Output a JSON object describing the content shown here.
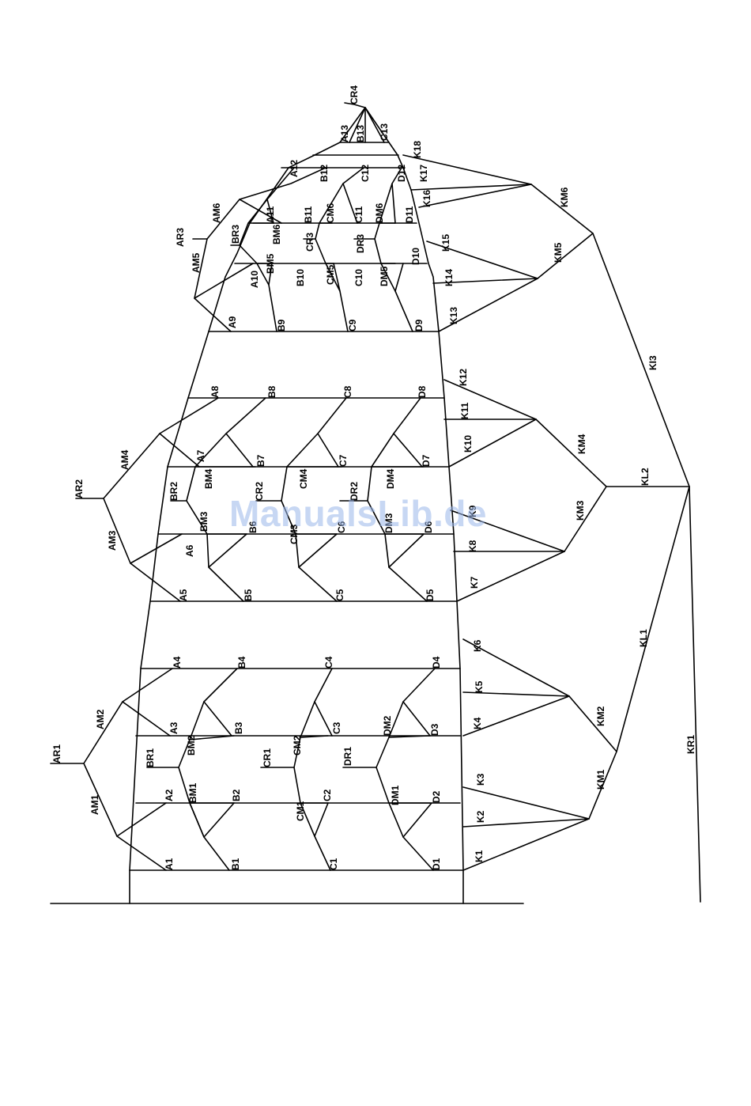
{
  "watermark": "ManualsLib.de",
  "labels": {
    "AR1": "AR1",
    "AM1": "AM1",
    "AM2": "AM2",
    "A1": "A1",
    "A2": "A2",
    "A3": "A3",
    "A4": "A4",
    "BR1": "BR1",
    "BM1": "BM1",
    "BM2": "BM2",
    "B1": "B1",
    "B2": "B2",
    "B3": "B3",
    "B4": "B4",
    "CR1": "CR1",
    "CM1": "CM1",
    "CM2": "CM2",
    "C1": "C1",
    "C2": "C2",
    "C3": "C3",
    "C4": "C4",
    "DR1": "DR1",
    "DM1": "DM1",
    "DM2": "DM2",
    "D1": "D1",
    "D2": "D2",
    "D3": "D3",
    "D4": "D4",
    "K1": "K1",
    "K2": "K2",
    "K3": "K3",
    "K4": "K4",
    "K5": "K5",
    "K6": "K6",
    "KM1": "KM1",
    "KM2": "KM2",
    "KL1": "KL1",
    "KR1": "KR1",
    "AR2": "AR2",
    "AM3": "AM3",
    "AM4": "AM4",
    "A5": "A5",
    "A6": "A6",
    "A7": "A7",
    "A8": "A8",
    "BR2": "BR2",
    "BM3": "BM3",
    "BM4": "BM4",
    "B5": "B5",
    "B6": "B6",
    "B7": "B7",
    "B8": "B8",
    "CR2": "CR2",
    "CM3": "CM3",
    "CM4": "CM4",
    "C5": "C5",
    "C6": "C6",
    "C7": "C7",
    "C8": "C8",
    "DR2": "DR2",
    "DM3": "DM3",
    "DM4": "DM4",
    "D5": "D5",
    "D6": "D6",
    "D7": "D7",
    "D8": "D8",
    "K7": "K7",
    "K8": "K8",
    "K9": "K9",
    "K10": "K10",
    "K11": "K11",
    "K12": "K12",
    "KM3": "KM3",
    "KM4": "KM4",
    "KL2": "KL2",
    "AR3": "AR3",
    "AM5": "AM5",
    "AM6": "AM6",
    "A9": "A9",
    "A10": "A10",
    "A11": "A11",
    "A12": "A12",
    "A13": "A13",
    "BR3": "BR3",
    "BM5": "BM5",
    "BM6": "BM6",
    "B9": "B9",
    "B10": "B10",
    "B11": "B11",
    "B12": "B12",
    "B13": "B13",
    "CR3": "CR3",
    "CR4": "CR4",
    "CM5": "CM5",
    "CM6": "CM6",
    "C9": "C9",
    "C10": "C10",
    "C11": "C11",
    "C12": "C12",
    "C13": "C13",
    "DR3": "DR3",
    "DM5": "DM5",
    "DM6": "DM6",
    "D9": "D9",
    "D10": "D10",
    "D11": "D11",
    "D12": "D12",
    "K13": "K13",
    "K14": "K14",
    "K15": "K15",
    "K16": "K16",
    "K17": "K17",
    "K18": "K18",
    "KM5": "KM5",
    "KM6": "KM6",
    "KI3": "KI3"
  }
}
